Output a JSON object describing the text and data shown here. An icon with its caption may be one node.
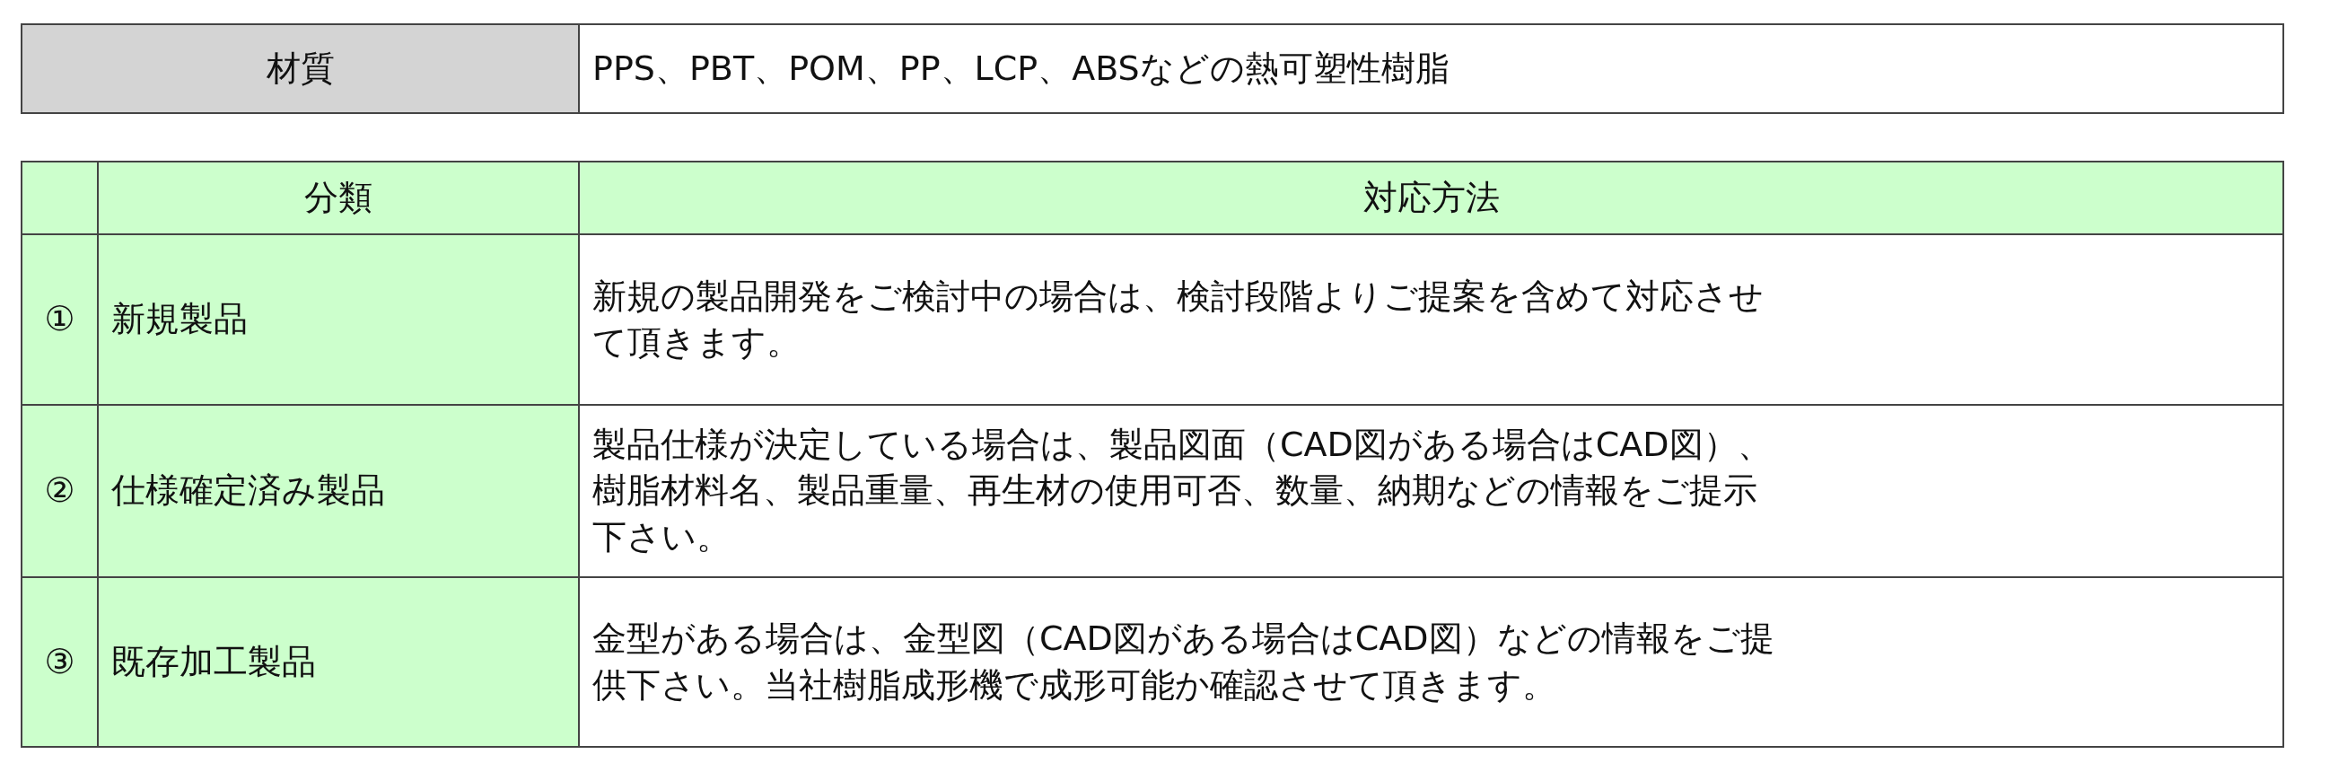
{
  "diagram": {
    "labels": [
      "材質",
      "PPS、PBT、POM、PP、LCP、ABSなどの熱可塑性樹脂",
      "分類",
      "対応方法",
      "①",
      "新規製品",
      "新規の製品開発をご検討中の場合は、検討段階よりご提案を含めて対応させて頂きます。",
      "②",
      "仕様確定済み製品",
      "製品仕様が決定している場合は、製品図面（CAD図がある場合はCAD図）、樹脂材料名、製品重量、再生材の使用可否、数量、納期などの情報をご提示下さい。",
      "③",
      "既存加工製品",
      "金型がある場合は、金型図（CAD図がある場合はCAD図）などの情報をご提供下さい。当社樹脂成形機で成形可能か確認させて頂きます。"
    ]
  }
}
